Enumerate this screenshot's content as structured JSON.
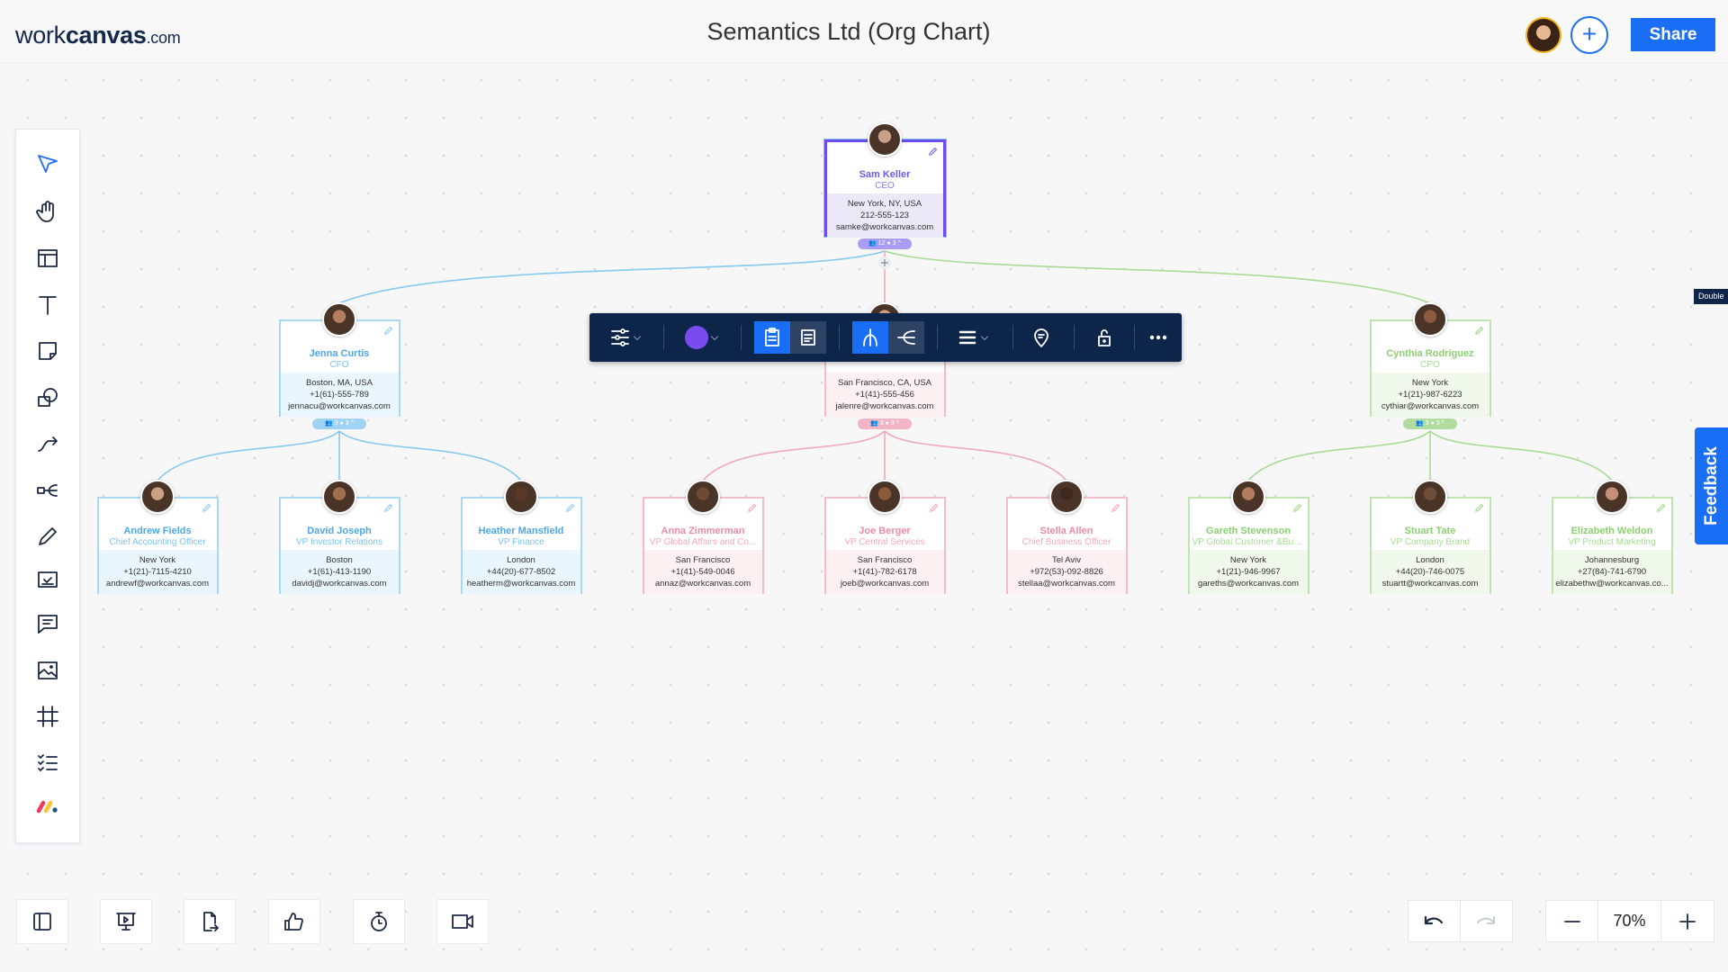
{
  "header": {
    "logo_light": "work",
    "logo_bold": "canvas",
    "logo_domain": ".com",
    "title": "Semantics Ltd (Org Chart)",
    "share_label": "Share"
  },
  "colors": {
    "accent": "#1a6ef5",
    "navy": "#0d2549",
    "ceo": "#6a4cf0",
    "cfo_branch": "#7cc4ee",
    "coo_branch": "#f0a8ba",
    "cpo_branch": "#9fd88a",
    "selected_color": "#7a4cf0"
  },
  "people": [
    {
      "id": "sam",
      "name": "Sam Keller",
      "title": "CEO",
      "location": "New York, NY, USA",
      "phone": "212-555-123",
      "email": "samke@workcanvas.com",
      "group": "ceo",
      "manager": null,
      "badge": {
        "teams": "12",
        "people": "3"
      }
    },
    {
      "id": "jenna",
      "name": "Jenna Curtis",
      "title": "CFO",
      "location": "Boston, MA, USA",
      "phone": "+1(61)-555-789",
      "email": "jennacu@workcanvas.com",
      "group": "blue",
      "manager": "sam",
      "badge": {
        "teams": "3",
        "people": "3"
      }
    },
    {
      "id": "jalen",
      "name": "",
      "title": "",
      "location": "San Francisco, CA, USA",
      "phone": "+1(41)-555-456",
      "email": "jalenre@workcanvas.com",
      "group": "pink",
      "manager": "sam",
      "badge": {
        "teams": "3",
        "people": "3"
      }
    },
    {
      "id": "cynthia",
      "name": "Cynthia Rodriguez",
      "title": "CPO",
      "location": "New York",
      "phone": "+1(21)-987-6223",
      "email": "cythiar@workcanvas.com",
      "group": "green",
      "manager": "sam",
      "badge": {
        "teams": "3",
        "people": "3"
      }
    },
    {
      "id": "andrew",
      "name": "Andrew Fields",
      "title": "Chief Accounting Officer",
      "location": "New York",
      "phone": "+1(21)-7115-4210",
      "email": "andrewf@workcanvas.com",
      "group": "blue",
      "manager": "jenna"
    },
    {
      "id": "david",
      "name": "David Joseph",
      "title": "VP Investor Relations",
      "location": "Boston",
      "phone": "+1(61)-413-1190",
      "email": "davidj@workcanvas.com",
      "group": "blue",
      "manager": "jenna"
    },
    {
      "id": "heather",
      "name": "Heather Mansfield",
      "title": "VP Finance",
      "location": "London",
      "phone": "+44(20)-677-8502",
      "email": "heatherm@workcanvas.com",
      "group": "blue",
      "manager": "jenna"
    },
    {
      "id": "anna",
      "name": "Anna Zimmerman",
      "title": "VP Global Affairs and Co...",
      "location": "San Francisco",
      "phone": "+1(41)-549-0046",
      "email": "annaz@workcanvas.com",
      "group": "pink",
      "manager": "jalen"
    },
    {
      "id": "joe",
      "name": "Joe Berger",
      "title": "VP Central Services",
      "location": "San Francisco",
      "phone": "+1(41)-782-6178",
      "email": "joeb@workcanvas.com",
      "group": "pink",
      "manager": "jalen"
    },
    {
      "id": "stella",
      "name": "Stella Allen",
      "title": "Chief Business Officer",
      "location": "Tel Aviv",
      "phone": "+972(53)-092-8826",
      "email": "stellaa@workcanvas.com",
      "group": "pink",
      "manager": "jalen"
    },
    {
      "id": "gareth",
      "name": "Gareth Stevenson",
      "title": "VP Global Customer &Bus...",
      "location": "New York",
      "phone": "+1(21)-946-9967",
      "email": "gareths@workcanvas.com",
      "group": "green",
      "manager": "cynthia"
    },
    {
      "id": "stuart",
      "name": "Stuart Tate",
      "title": "VP Company Brand",
      "location": "London",
      "phone": "+44(20)-746-0075",
      "email": "stuartt@workcanvas.com",
      "group": "green",
      "manager": "cynthia"
    },
    {
      "id": "elizabeth",
      "name": "Elizabeth Weldon",
      "title": "VP Product Marketing",
      "location": "Johannesburg",
      "phone": "+27(84)-741-6790",
      "email": "elizabethw@workcanvas.co...",
      "group": "green",
      "manager": "cynthia"
    }
  ],
  "tooltip": "Double",
  "feedback_label": "Feedback",
  "zoom": {
    "level": "70%"
  }
}
